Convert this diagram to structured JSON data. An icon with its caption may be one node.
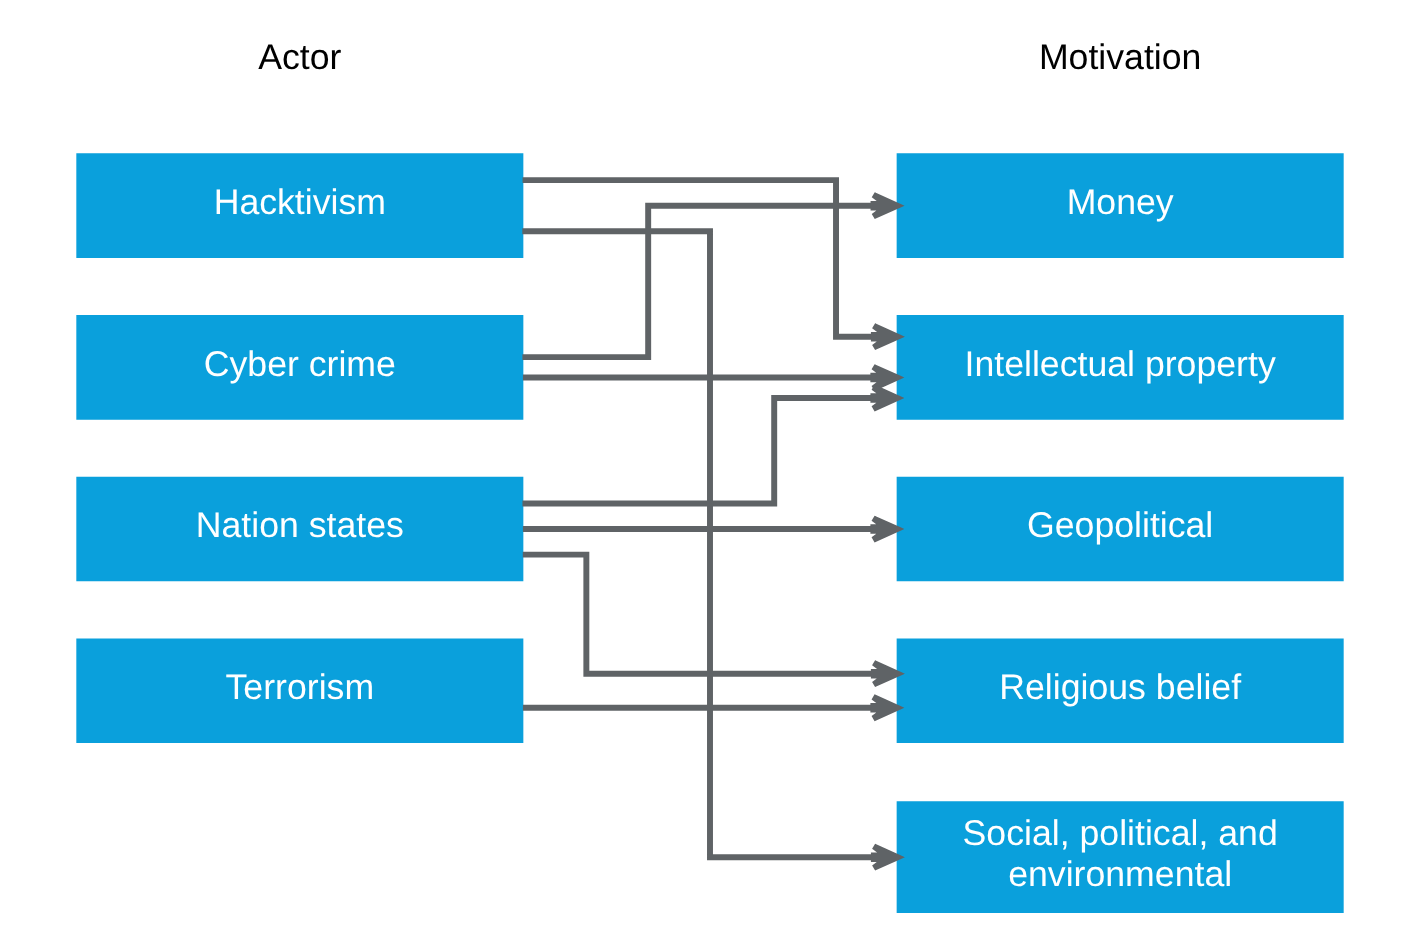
{
  "diagram": {
    "nodes": [
      {
        "text": [
          "Hacktivism"
        ]
      },
      {
        "text": [
          "Cyber crime"
        ]
      },
      {
        "text": [
          "Nation states"
        ]
      },
      {
        "text": [
          "Terrorism"
        ]
      },
      {
        "text": [
          "Money"
        ]
      },
      {
        "text": [
          "Intellectual property"
        ]
      },
      {
        "text": [
          "Geopolitical"
        ]
      },
      {
        "text": [
          "Religious belief"
        ]
      },
      {
        "text": [
          "Social, political, and environmental"
        ]
      }
    ],
    "edges": [
      {
        "from": 0,
        "to": 8,
        "arrow": "to"
      },
      {
        "from": 0,
        "to": 5,
        "arrow": "to"
      },
      {
        "from": 1,
        "to": 5,
        "arrow": "to"
      },
      {
        "from": 1,
        "to": 4,
        "arrow": "to"
      },
      {
        "from": 2,
        "to": 5,
        "arrow": "to"
      },
      {
        "from": 2,
        "to": 6,
        "arrow": "to"
      },
      {
        "from": 2,
        "to": 7,
        "arrow": "to"
      },
      {
        "from": 3,
        "to": 7,
        "arrow": "to"
      }
    ],
    "labels": [
      "Actor",
      "Motivation"
    ]
  }
}
